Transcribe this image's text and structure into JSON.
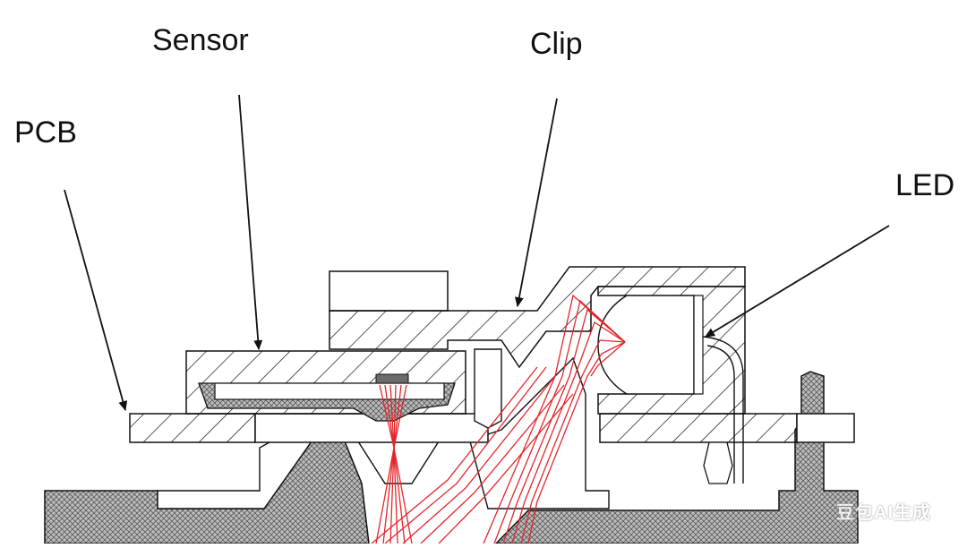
{
  "labels": {
    "sensor": "Sensor",
    "clip": "Clip",
    "pcb": "PCB",
    "led": "LED"
  },
  "watermark": "豆包AI生成",
  "colors": {
    "ink": "#111111",
    "ray": "#e3262b",
    "mold": "#7a7a7a"
  }
}
